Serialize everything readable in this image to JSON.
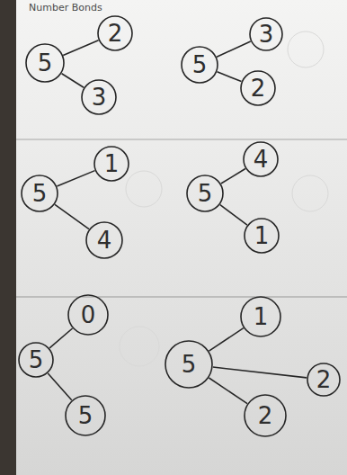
{
  "diagram": {
    "title": "Number Bonds",
    "nodes": [
      {
        "text": [
          "5"
        ]
      },
      {
        "text": [
          "2"
        ]
      },
      {
        "text": [
          "3"
        ]
      },
      {
        "text": [
          "5"
        ]
      },
      {
        "text": [
          "3"
        ]
      },
      {
        "text": [
          "2"
        ]
      },
      {
        "text": [
          "5"
        ]
      },
      {
        "text": [
          "1"
        ]
      },
      {
        "text": [
          "4"
        ]
      },
      {
        "text": [
          "5"
        ]
      },
      {
        "text": [
          "4"
        ]
      },
      {
        "text": [
          "1"
        ]
      },
      {
        "text": [
          "5"
        ]
      },
      {
        "text": [
          "0"
        ]
      },
      {
        "text": [
          "5"
        ]
      },
      {
        "text": [
          "5"
        ]
      },
      {
        "text": [
          "1"
        ]
      },
      {
        "text": [
          "2"
        ]
      },
      {
        "text": [
          "2"
        ]
      }
    ],
    "edges": [
      {
        "from": 0,
        "to": 1,
        "arrow": "none"
      },
      {
        "from": 0,
        "to": 2,
        "arrow": "none"
      },
      {
        "from": 3,
        "to": 4,
        "arrow": "none"
      },
      {
        "from": 3,
        "to": 5,
        "arrow": "none"
      },
      {
        "from": 6,
        "to": 7,
        "arrow": "none"
      },
      {
        "from": 6,
        "to": 8,
        "arrow": "none"
      },
      {
        "from": 9,
        "to": 10,
        "arrow": "none"
      },
      {
        "from": 9,
        "to": 11,
        "arrow": "none"
      },
      {
        "from": 12,
        "to": 13,
        "arrow": "none"
      },
      {
        "from": 12,
        "to": 14,
        "arrow": "none"
      },
      {
        "from": 15,
        "to": 16,
        "arrow": "none"
      },
      {
        "from": 15,
        "to": 17,
        "arrow": "none"
      },
      {
        "from": 15,
        "to": 18,
        "arrow": "none"
      }
    ]
  }
}
